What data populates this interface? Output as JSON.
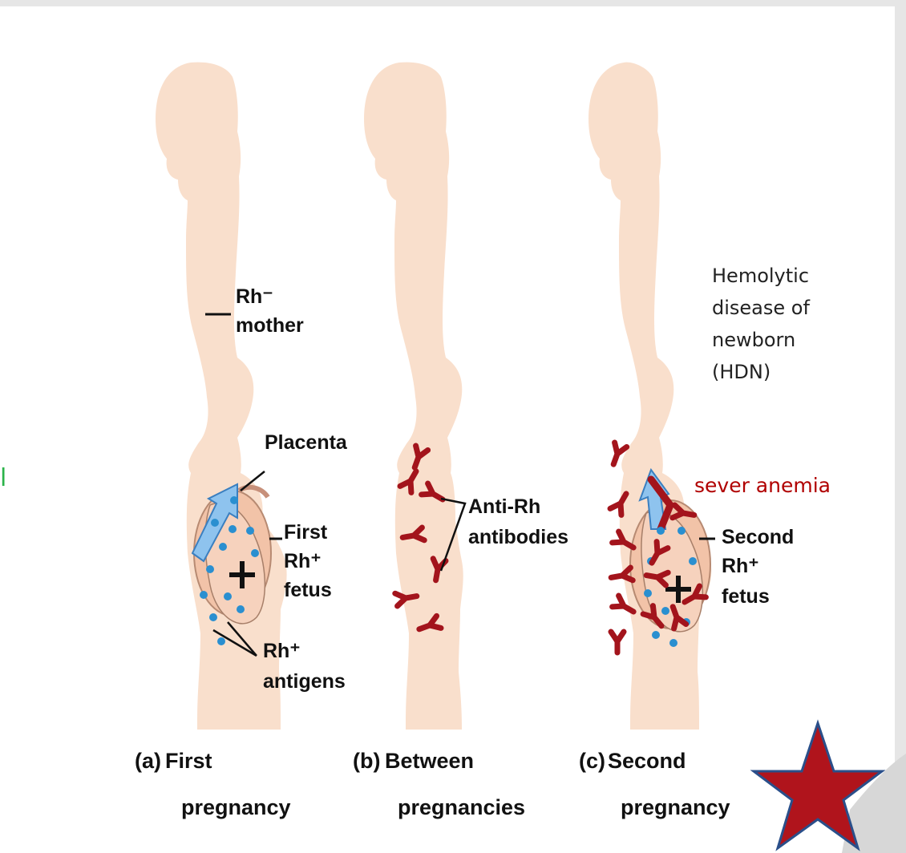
{
  "panel_a": {
    "rh_neg_mother_line1": "Rh⁻",
    "rh_neg_mother_line2": "mother",
    "placenta": "Placenta",
    "first_fetus_line1": "First",
    "first_fetus_line2": "Rh⁺",
    "first_fetus_line3": "fetus",
    "antigens_line1": "Rh⁺",
    "antigens_line2": "antigens",
    "caption_letter": "(a)",
    "caption_line1": "First",
    "caption_line2": "pregnancy"
  },
  "panel_b": {
    "antibodies_line1": "Anti-Rh",
    "antibodies_line2": "antibodies",
    "caption_letter": "(b)",
    "caption_line1": "Between",
    "caption_line2": "pregnancies"
  },
  "panel_c": {
    "hdn_line1": "Hemolytic",
    "hdn_line2": "disease of",
    "hdn_line3": "newborn",
    "hdn_line4": "(HDN)",
    "sever_anemia": "sever anemia",
    "second_fetus_line1": "Second",
    "second_fetus_line2": "Rh⁺",
    "second_fetus_line3": "fetus",
    "caption_letter": "(c)",
    "caption_line1": "Second",
    "caption_line2": "pregnancy"
  },
  "colors": {
    "skin": "#f9dfcc",
    "womb": "#f2c3a8",
    "antibody": "#a3141c",
    "antigen_dot": "#2a8fd0",
    "arrow_blue": "#8ec3ee",
    "star": "#b0141c",
    "star_outline": "#2a4f8a",
    "slide_bg": "#e8e8e8",
    "content_bg": "#ffffff",
    "edge_green": "#2bb34a"
  },
  "icons": [
    "star-icon",
    "arrow-icon"
  ]
}
